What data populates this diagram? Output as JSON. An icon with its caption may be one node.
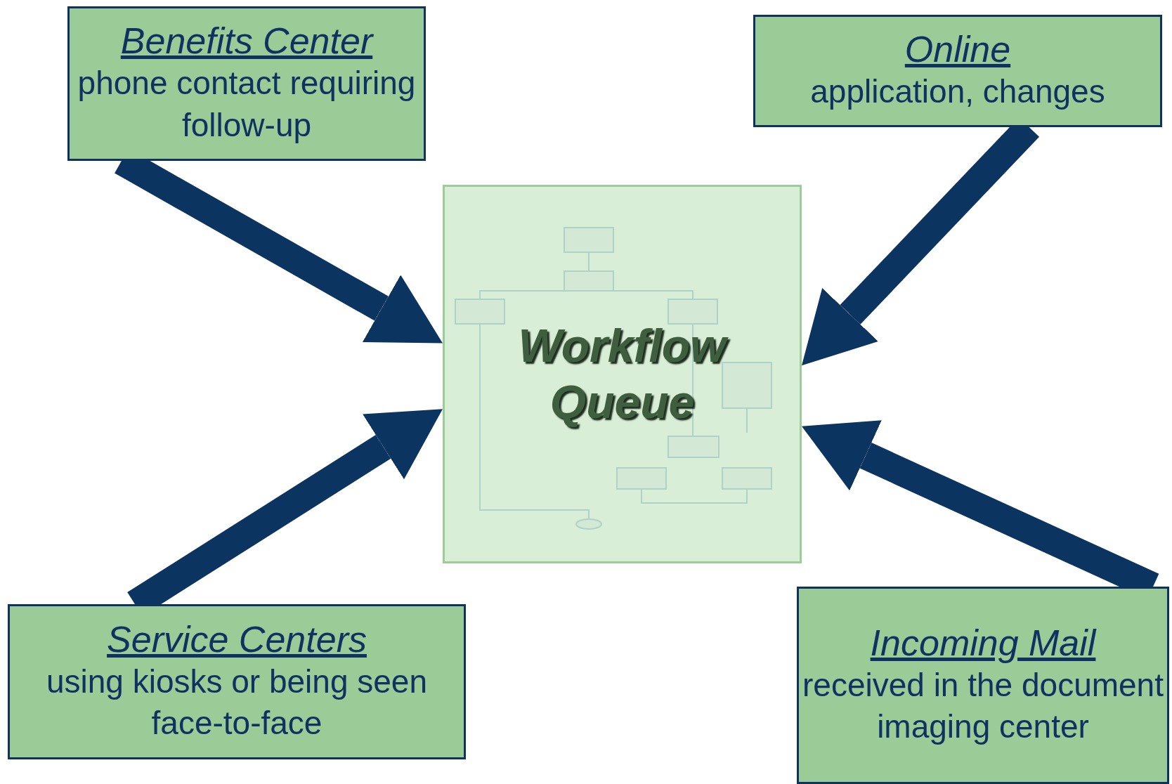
{
  "diagram": {
    "nodes": [
      {
        "text": [
          "Benefits Center",
          "phone contact requiring follow-up"
        ]
      },
      {
        "text": [
          "Online",
          "application, changes"
        ]
      },
      {
        "text": [
          "Workflow Queue"
        ]
      },
      {
        "text": [
          "Service Centers",
          "using kiosks or being seen face-to-face"
        ]
      },
      {
        "text": [
          "Incoming Mail",
          "received in the document imaging center"
        ]
      }
    ],
    "edges": [
      {
        "from": 0,
        "to": 2,
        "arrow": "to"
      },
      {
        "from": 1,
        "to": 2,
        "arrow": "to"
      },
      {
        "from": 3,
        "to": 2,
        "arrow": "to"
      },
      {
        "from": 4,
        "to": 2,
        "arrow": "to"
      }
    ]
  }
}
